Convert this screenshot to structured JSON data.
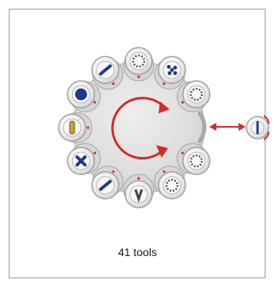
{
  "caption": "41 tools",
  "icons": {
    "rotate": "rotate-arrows-icon",
    "move": "double-arrow-icon"
  },
  "colors": {
    "accent_red": "#d42a2a",
    "tool_blue": "#1d3a8a",
    "disc_grey": "#dcdcdc",
    "border_grey": "#9a9a9a"
  },
  "turret": {
    "pockets": [
      {
        "tool": "diagonal-line"
      },
      {
        "tool": "dotted-ring"
      },
      {
        "tool": "dot-cluster"
      },
      {
        "tool": "dotted-ring"
      },
      {
        "tool": "empty-gap"
      },
      {
        "tool": "dotted-ring"
      },
      {
        "tool": "dotted-ring"
      },
      {
        "tool": "shaft-key"
      },
      {
        "tool": "diagonal-line"
      },
      {
        "tool": "cross"
      },
      {
        "tool": "vertical-strip"
      },
      {
        "tool": "solid-disc"
      }
    ],
    "external_tool": "vertical-line"
  }
}
